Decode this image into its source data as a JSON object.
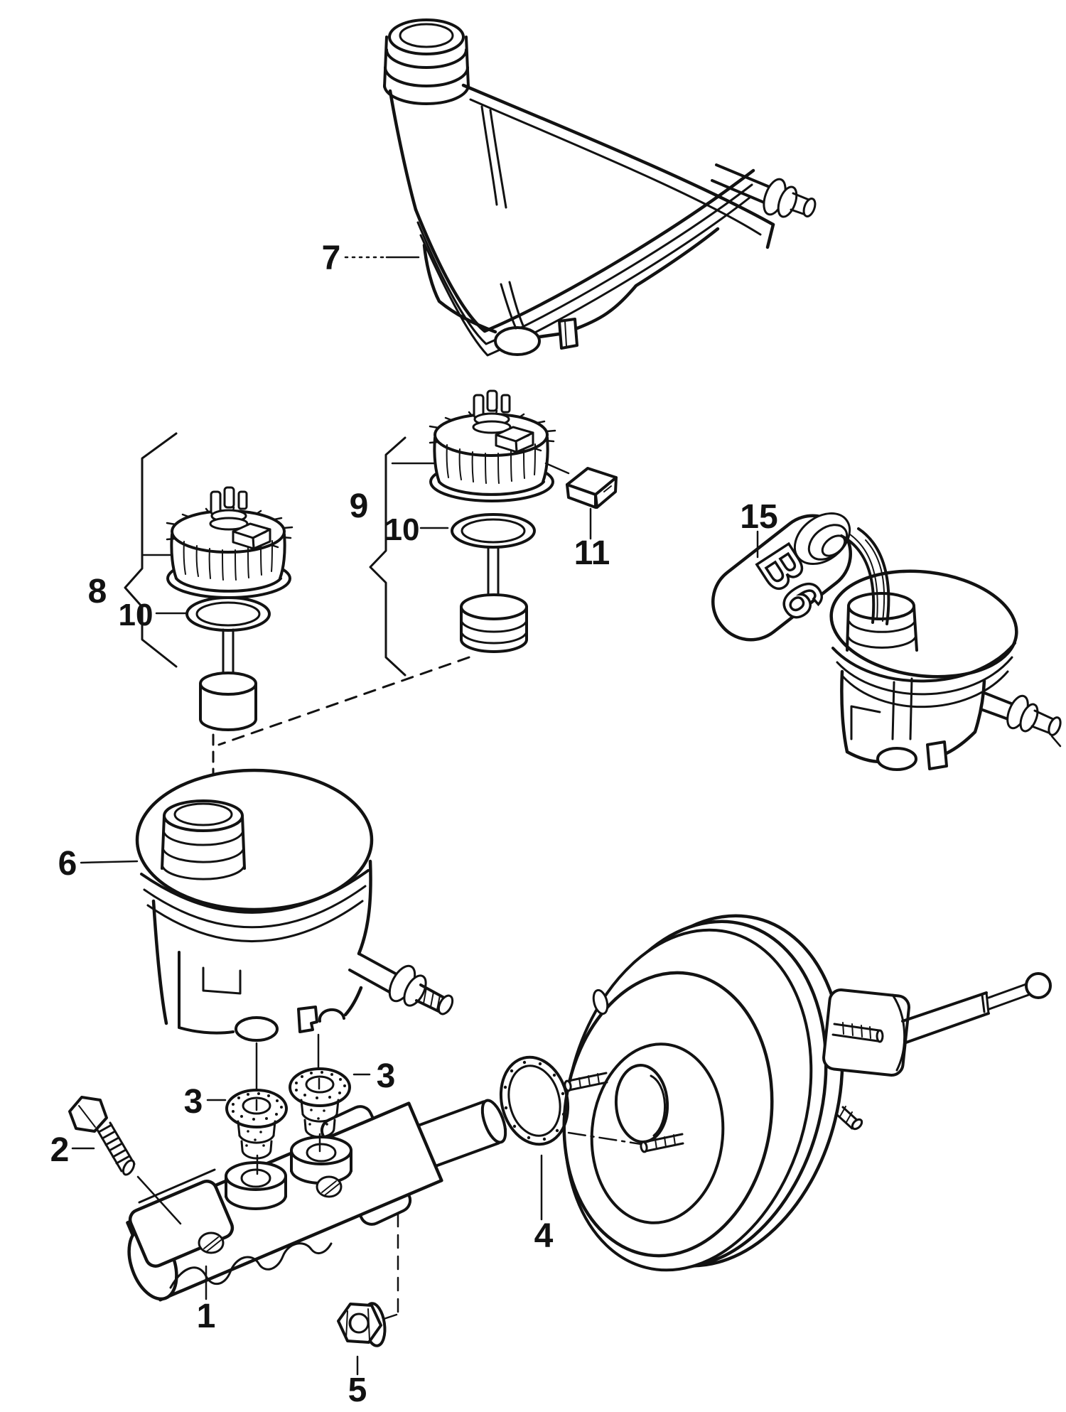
{
  "diagram": {
    "kind": "exploded-parts-diagram",
    "subject": "brake master cylinder, fluid reservoirs, caps and brake servo",
    "bottle_label": "B6",
    "callouts": [
      {
        "part": "fluid-reservoir-top",
        "label": "7"
      },
      {
        "part": "reservoir-cap-left-group",
        "label": "8"
      },
      {
        "part": "cap-seal-left",
        "label": "10"
      },
      {
        "part": "reservoir-cap-middle-group",
        "label": "9"
      },
      {
        "part": "cap-seal-middle",
        "label": "10"
      },
      {
        "part": "warning-contact-connector",
        "label": "11"
      },
      {
        "part": "brake-fluid-bottle",
        "label": "15"
      },
      {
        "part": "fluid-reservoir",
        "label": "6"
      },
      {
        "part": "grommet-left",
        "label": "3"
      },
      {
        "part": "grommet-right",
        "label": "3"
      },
      {
        "part": "clamp-bolt",
        "label": "2"
      },
      {
        "part": "master-cylinder",
        "label": "1"
      },
      {
        "part": "seal-ring",
        "label": "4"
      },
      {
        "part": "hex-nut",
        "label": "5"
      }
    ]
  }
}
